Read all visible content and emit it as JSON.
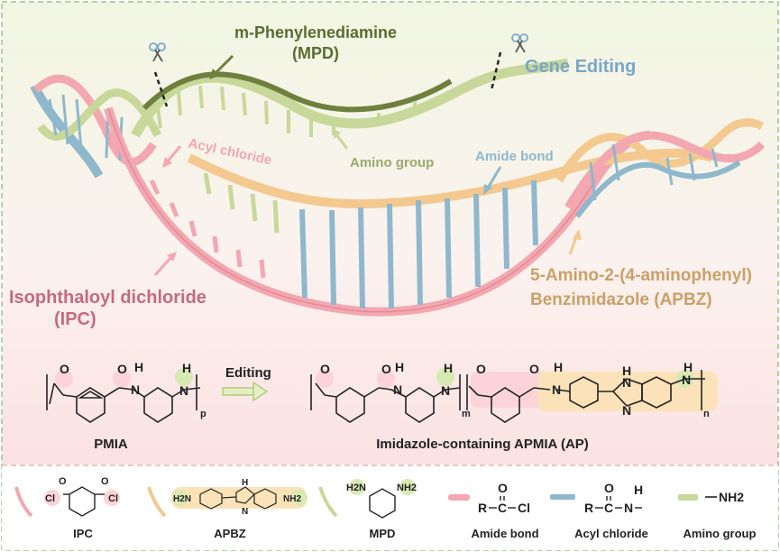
{
  "colors": {
    "pink": "#f2a7b1",
    "pink_text": "#c46b7c",
    "green": "#c8d89a",
    "green_dark": "#6f7f3e",
    "green_text": "#5d6b32",
    "green_label": "#9aa96c",
    "blue": "#8fb8cc",
    "blue_text": "#7aa7c9",
    "orange": "#f3c98f",
    "orange_text": "#c9a069",
    "bg_top": "#eef4dc",
    "bg_bottom": "#fbe3e3"
  },
  "diagram": {
    "labels": {
      "mpd": "m-Phenylenediamine\n(MPD)",
      "gene_editing": "Gene Editing",
      "acyl_chloride": "Acyl chloride",
      "amino_group": "Amino group",
      "amide_bond": "Amide bond",
      "ipc": "Isophthaloyl dichloride\n(IPC)",
      "apbz": "5-Amino-2-(4-aminophenyl)\nBenzimidazole (APBZ)"
    },
    "icons": [
      "scissors-icon",
      "scissors-icon"
    ]
  },
  "reaction": {
    "arrow_label": "Editing",
    "left_name": "PMIA",
    "right_name": "Imidazole-containing APMIA (AP)",
    "atoms": {
      "o": "O",
      "n": "N",
      "h": "H",
      "nh": "N",
      "sub_p": "p",
      "sub_m": "m",
      "sub_n": "n"
    }
  },
  "legend": {
    "items": [
      {
        "label": "IPC",
        "structure": "Cl–C(=O)–C6H4–C(=O)–Cl"
      },
      {
        "label": "APBZ",
        "structure": "H2N–C6H4–benzimidazole–NH2"
      },
      {
        "label": "MPD",
        "structure": "H2N–C6H4–NH2"
      },
      {
        "label": "Amide bond",
        "formula": "R–C(=O)–Cl"
      },
      {
        "label": "Acyl chloride",
        "formula": "R–C(=O)–N(H)–"
      },
      {
        "label": "Amino group",
        "formula": "—NH2"
      }
    ],
    "atoms": {
      "cl": "Cl",
      "o": "O",
      "h2n": "H2N",
      "nh2": "NH2",
      "r": "R",
      "c": "C",
      "n": "N",
      "h": "H"
    }
  }
}
